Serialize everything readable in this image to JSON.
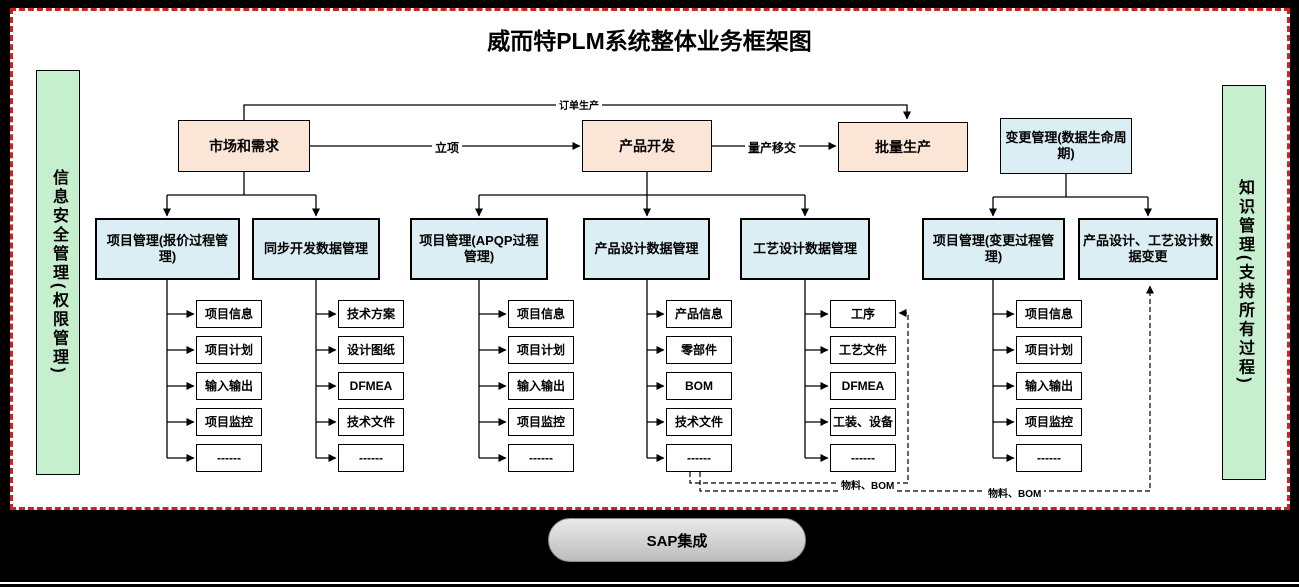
{
  "title": "威而特PLM系统整体业务框架图",
  "sidebars": {
    "left": "信息安全管理(权限管理)",
    "right": "知识管理(支持所有过程)"
  },
  "flow": {
    "market": "市场和需求",
    "develop": "产品开发",
    "production": "批量生产",
    "change": "变更管理(数据生命周期)",
    "labels": {
      "order": "订单生产",
      "initiate": "立项",
      "handover": "量产移交"
    }
  },
  "level2": [
    "项目管理(报价过程管理)",
    "同步开发数据管理",
    "项目管理(APQP过程管理)",
    "产品设计数据管理",
    "工艺设计数据管理",
    "项目管理(变更过程管理)",
    "产品设计、工艺设计数据变更"
  ],
  "columns": [
    {
      "items": [
        "项目信息",
        "项目计划",
        "输入输出",
        "项目监控",
        "------"
      ]
    },
    {
      "items": [
        "技术方案",
        "设计图纸",
        "DFMEA",
        "技术文件",
        "------"
      ]
    },
    {
      "items": [
        "项目信息",
        "项目计划",
        "输入输出",
        "项目监控",
        "------"
      ]
    },
    {
      "items": [
        "产品信息",
        "零部件",
        "BOM",
        "技术文件",
        "------"
      ]
    },
    {
      "items": [
        "工序",
        "工艺文件",
        "DFMEA",
        "工装、设备",
        "------"
      ]
    },
    {
      "items": [
        "项目信息",
        "项目计划",
        "输入输出",
        "项目监控",
        "------"
      ]
    }
  ],
  "dashed": [
    "物料、BOM",
    "物料、BOM"
  ],
  "footer": {
    "sap": "SAP集成"
  },
  "colors": {
    "panel_border_red": "#cc2222",
    "flow_peach": "#fbe5d6",
    "process_blue": "#daeef3",
    "sidebar_green": "#c6efce",
    "sap_gray": "#cfcfcf"
  }
}
